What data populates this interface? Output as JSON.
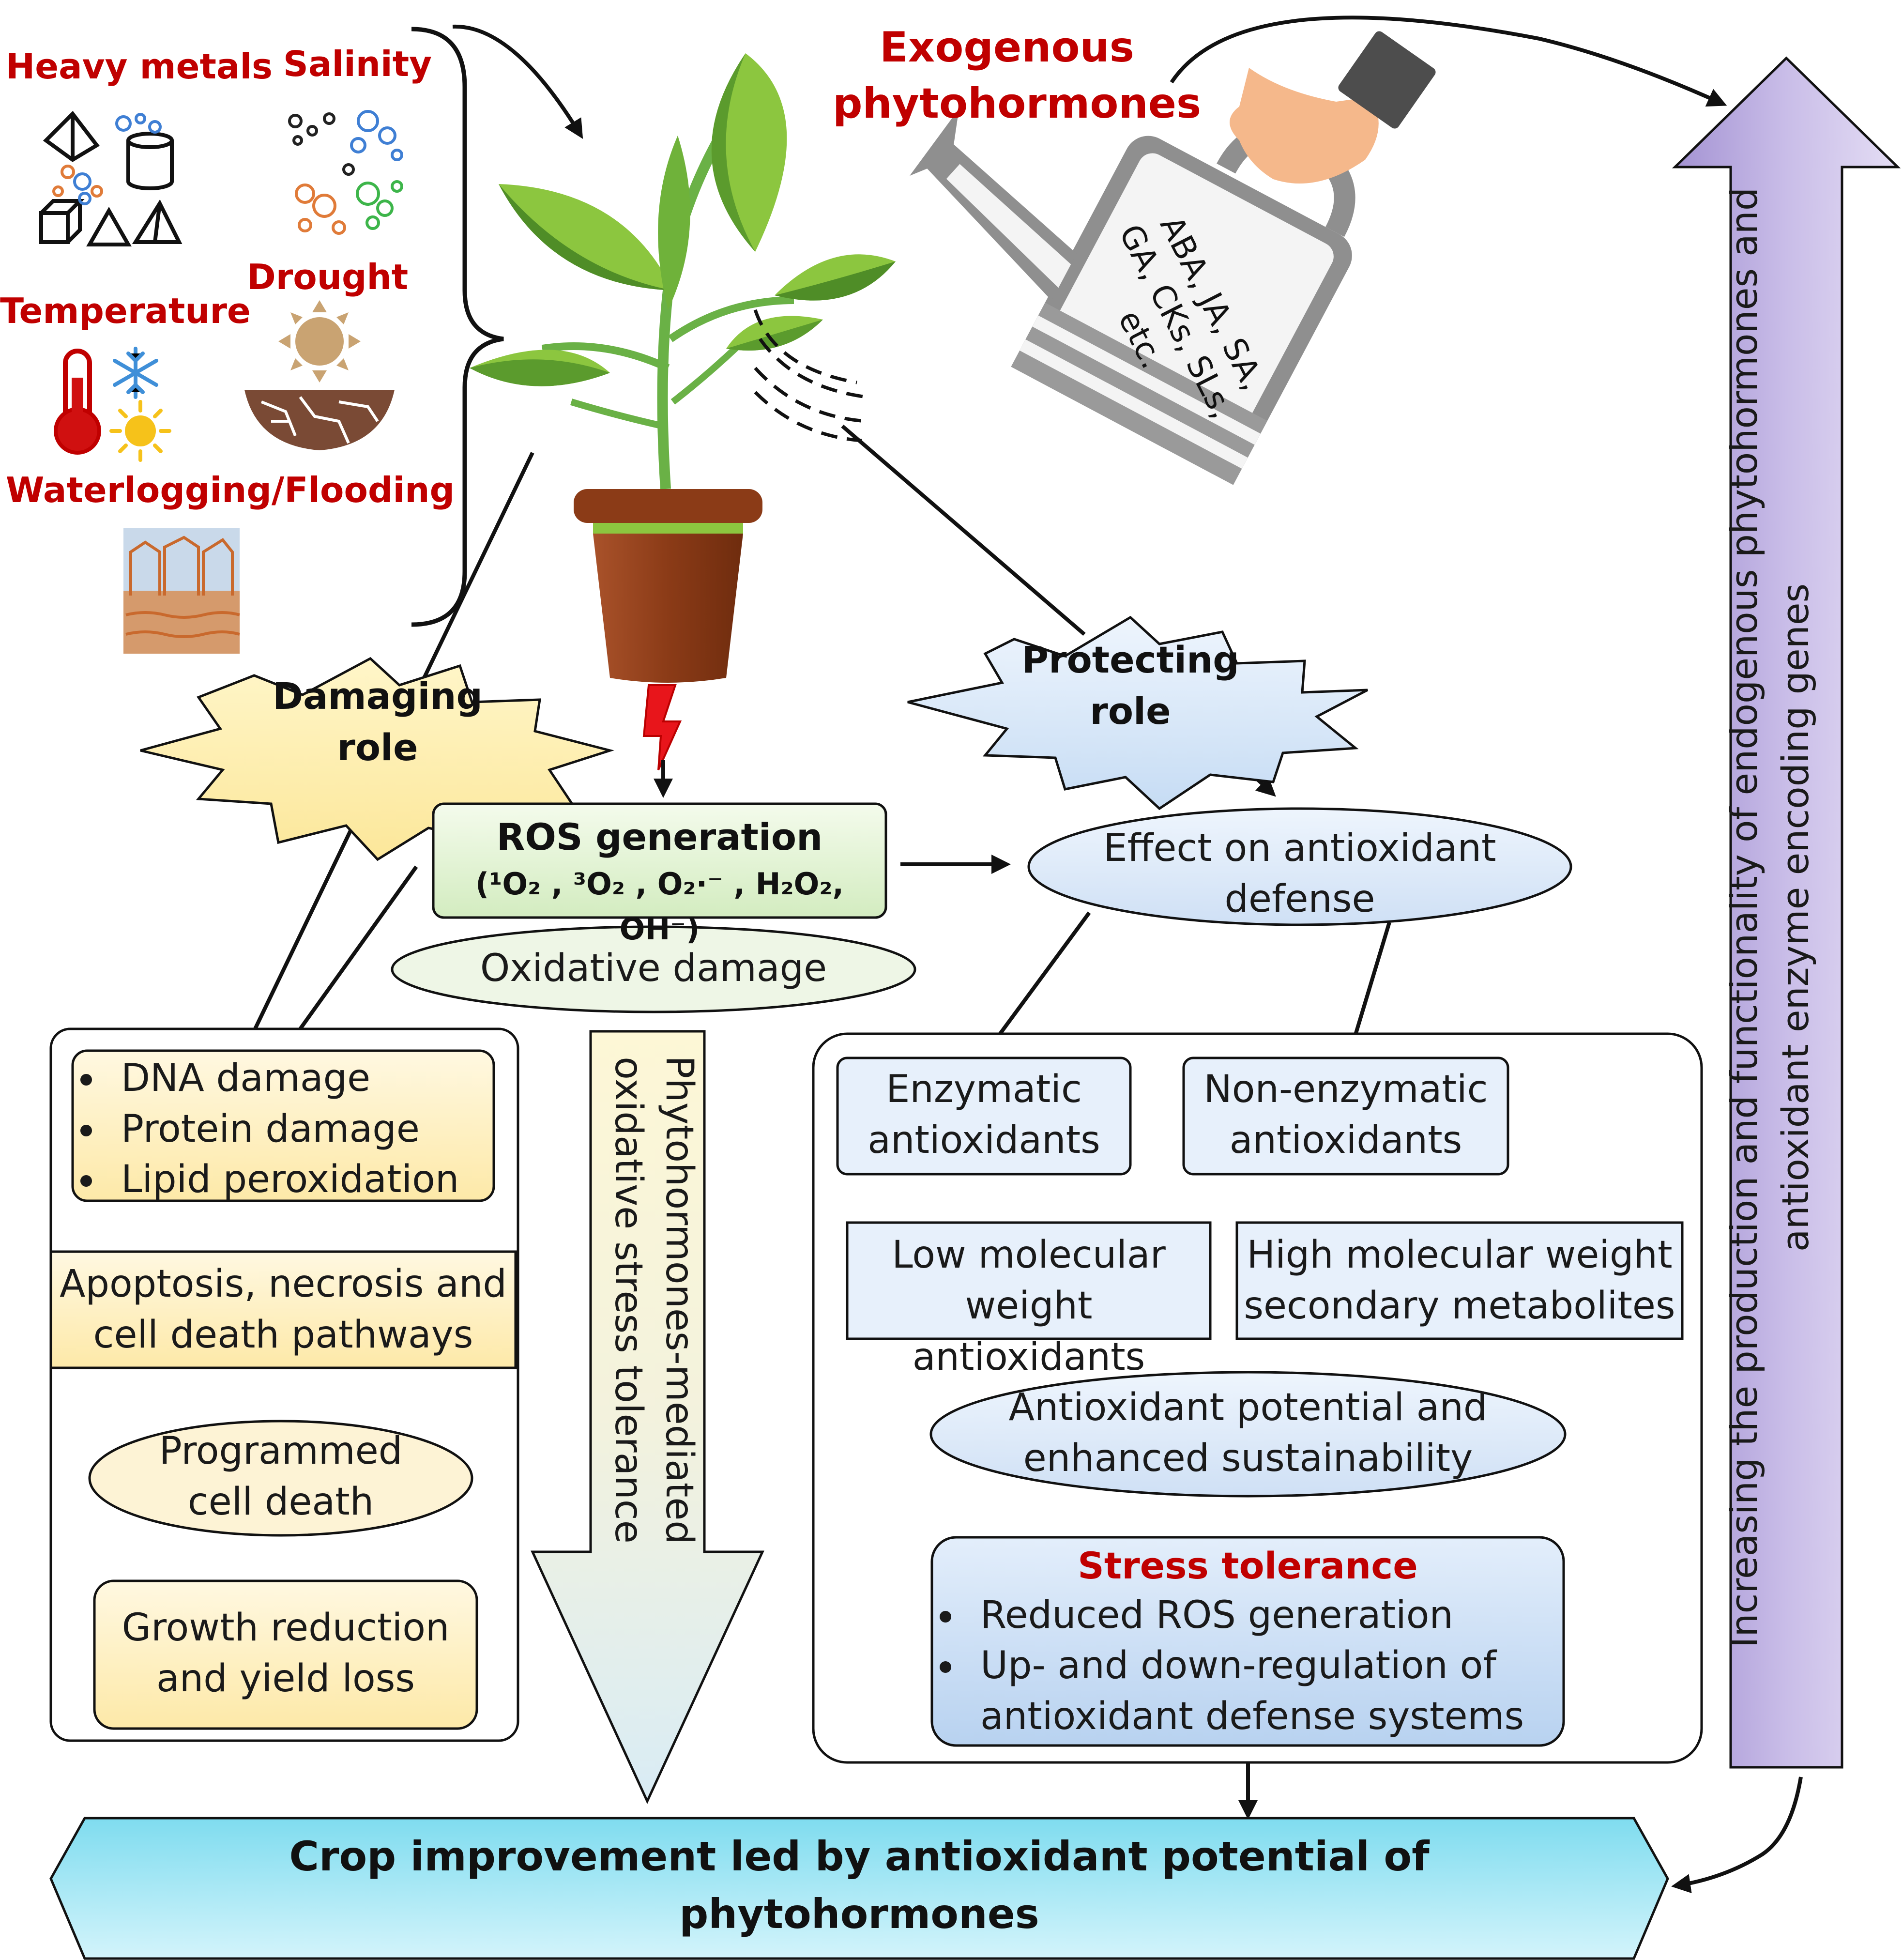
{
  "stresses": {
    "heavy_metals": "Heavy metals",
    "salinity": "Salinity",
    "temperature": "Temperature",
    "drought": "Drought",
    "waterlogging": "Waterlogging/Flooding"
  },
  "exogenous": {
    "line1": "Exogenous",
    "line2": "phytohormones"
  },
  "can_label": {
    "line1": "ABA, JA, SA,",
    "line2": "GA, CKs, SLs,",
    "line3": "etc."
  },
  "damaging_role": {
    "line1": "Damaging",
    "line2": "role"
  },
  "protecting_role": {
    "line1": "Protecting",
    "line2": "role"
  },
  "ros": {
    "title": "ROS generation",
    "species": "(¹O₂ , ³O₂ , O₂·⁻ , H₂O₂, OH⁻)"
  },
  "oxidative_damage": "Oxidative damage",
  "effect_antioxidant": {
    "line1": "Effect on antioxidant",
    "line2": "defense"
  },
  "damage_list": [
    "DNA damage",
    "Protein damage",
    "Lipid peroxidation"
  ],
  "apoptosis": {
    "line1": "Apoptosis, necrosis and",
    "line2": "cell death pathways"
  },
  "programmed": {
    "line1": "Programmed",
    "line2": "cell death"
  },
  "growth": {
    "line1": "Growth reduction",
    "line2": "and yield loss"
  },
  "center_arrow": {
    "line1": "Phytohormones-mediated",
    "line2": "oxidative stress tolerance"
  },
  "enzymatic": {
    "line1": "Enzymatic",
    "line2": "antioxidants"
  },
  "non_enzymatic": {
    "line1": "Non-enzymatic",
    "line2": "antioxidants"
  },
  "low_mw": {
    "line1": "Low molecular",
    "line2": "weight antioxidants"
  },
  "high_mw": {
    "line1": "High molecular weight",
    "line2": "secondary metabolites"
  },
  "potential": {
    "line1": "Antioxidant potential and",
    "line2": "enhanced sustainability"
  },
  "tolerance": {
    "title": "Stress tolerance",
    "items": [
      "Reduced ROS generation",
      "Up- and down-regulation of",
      "antioxidant defense systems"
    ]
  },
  "right_arrow": {
    "line1": "Increasing the production and functionality of endogenous phytohormones and",
    "line2": "antioxidant enzyme encoding genes"
  },
  "bottom": {
    "line1": "Crop improvement led by antioxidant potential of",
    "line2": "phytohormones"
  },
  "colors": {
    "red": "#c00000",
    "purple": "#a89ad4",
    "bottom_cyan": "#aeeaf5",
    "leaf": "#5fa832"
  }
}
